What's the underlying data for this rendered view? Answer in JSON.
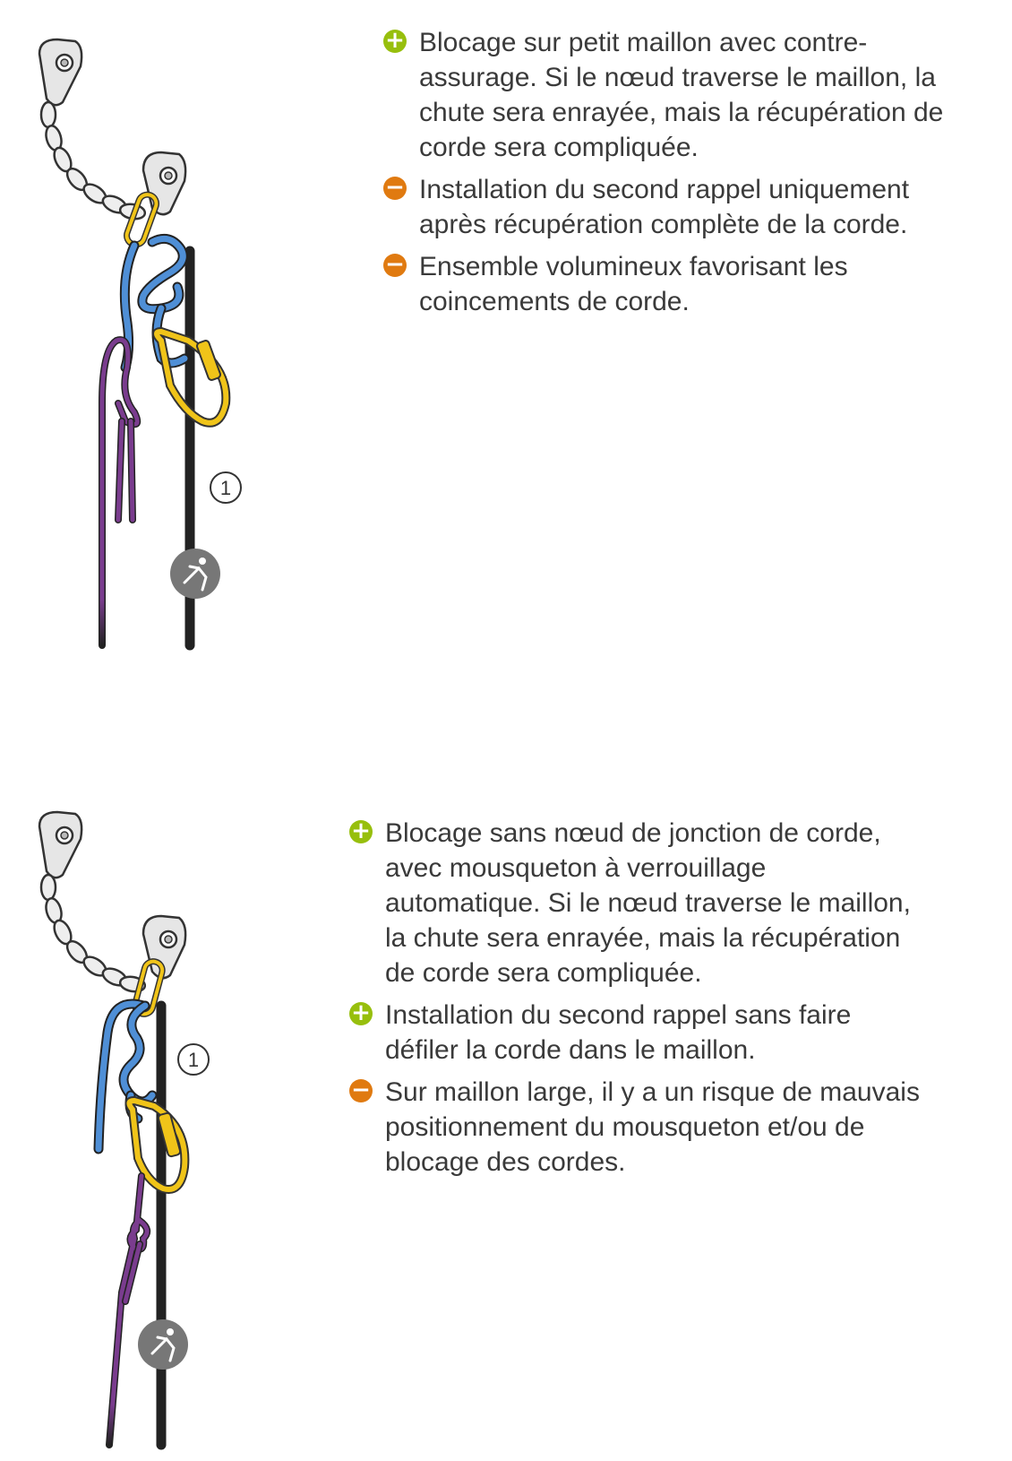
{
  "sections": [
    {
      "callout": "1",
      "bullets": [
        {
          "type": "plus",
          "icon": "plus-circle-icon",
          "text": "Blocage sur petit maillon avec contre-assurage. Si le nœud traverse le maillon, la chute sera enrayée, mais la récupération de corde sera compliquée."
        },
        {
          "type": "minus",
          "icon": "minus-circle-icon",
          "text": "Installation du second rappel uniquement après récupération complète de la corde."
        },
        {
          "type": "minus",
          "icon": "minus-circle-icon",
          "text": "Ensemble volumineux favorisant les coincements de corde."
        }
      ]
    },
    {
      "callout": "1",
      "bullets": [
        {
          "type": "plus",
          "icon": "plus-circle-icon",
          "text": "Blocage sans nœud de jonction de corde, avec mousqueton à verrouillage automatique. Si le nœud traverse le maillon, la chute sera enrayée, mais la récupération de corde sera compliquée."
        },
        {
          "type": "plus",
          "icon": "plus-circle-icon",
          "text": "Installation du second rappel sans faire défiler la corde dans le maillon."
        },
        {
          "type": "minus",
          "icon": "minus-circle-icon",
          "text": "Sur maillon large, il y a un risque de mauvais positionnement du mousqueton et/ou de blocage des cordes."
        }
      ]
    }
  ],
  "colors": {
    "plus": "#97bf0d",
    "minus": "#e07a10",
    "rope_blue": "#4f8fd6",
    "rope_purple": "#7a3c8e",
    "carabiner_yellow": "#f0c419"
  }
}
